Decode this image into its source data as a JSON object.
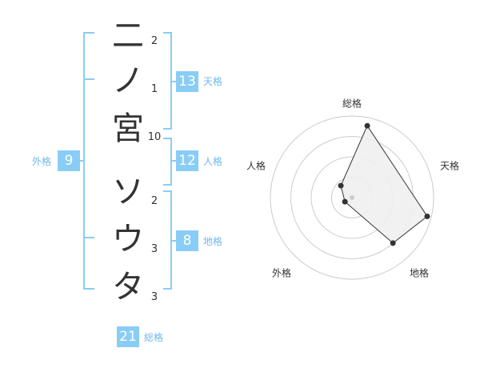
{
  "name": {
    "chars": [
      {
        "char": "二",
        "strokes": "2"
      },
      {
        "char": "ノ",
        "strokes": "1"
      },
      {
        "char": "宮",
        "strokes": "10"
      },
      {
        "char": "ソ",
        "strokes": "2"
      },
      {
        "char": "ウ",
        "strokes": "3"
      },
      {
        "char": "タ",
        "strokes": "3"
      }
    ]
  },
  "fortune": {
    "tenkaku": {
      "label": "天格",
      "value": "13"
    },
    "jinkaku": {
      "label": "人格",
      "value": "12"
    },
    "chikaku": {
      "label": "地格",
      "value": "8"
    },
    "gaikaku": {
      "label": "外格",
      "value": "9"
    },
    "soukaku": {
      "label": "総格",
      "value": "21"
    }
  },
  "chart_data": {
    "type": "radar",
    "axes": [
      "総格",
      "天格",
      "地格",
      "外格",
      "人格"
    ],
    "values": [
      0.9,
      0.95,
      0.75,
      0.1,
      0.2
    ],
    "max": 1,
    "rings": 4,
    "colors": {
      "fill": "#f0f0f0",
      "line": "#333333",
      "grid": "#cccccc",
      "center": "#cccccc"
    }
  }
}
